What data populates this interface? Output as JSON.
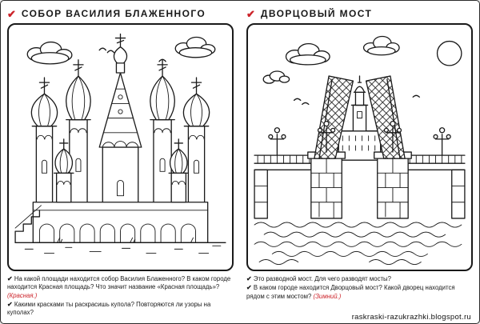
{
  "page": {
    "watermark": "raskraski-razukrazhki.blogspot.ru",
    "check_glyph": "✔"
  },
  "colors": {
    "accent_red": "#cc2229",
    "ink": "#1a1a1a"
  },
  "left_panel": {
    "title": "СОБОР ВАСИЛИЯ БЛАЖЕННОГО",
    "drawing": "st-basils-cathedral-line-art",
    "questions": [
      {
        "text": "На какой площади находится собор Василия Блаженного? В каком городе находится Красная площадь? Что значит название «Красная площадь»?",
        "answer": "(Красная.)"
      },
      {
        "text": "Какими красками ты раскрасишь купола? Повторяются ли узоры на куполах?",
        "answer": ""
      }
    ]
  },
  "right_panel": {
    "title": "ДВОРЦОВЫЙ МОСТ",
    "drawing": "palace-drawbridge-line-art",
    "questions": [
      {
        "text": "Это разводной мост. Для чего разводят мосты?",
        "answer": ""
      },
      {
        "text": "В каком городе находится Дворцовый мост? Какой дворец находится рядом с этим мостом?",
        "answer": "(Зимний.)"
      }
    ]
  }
}
